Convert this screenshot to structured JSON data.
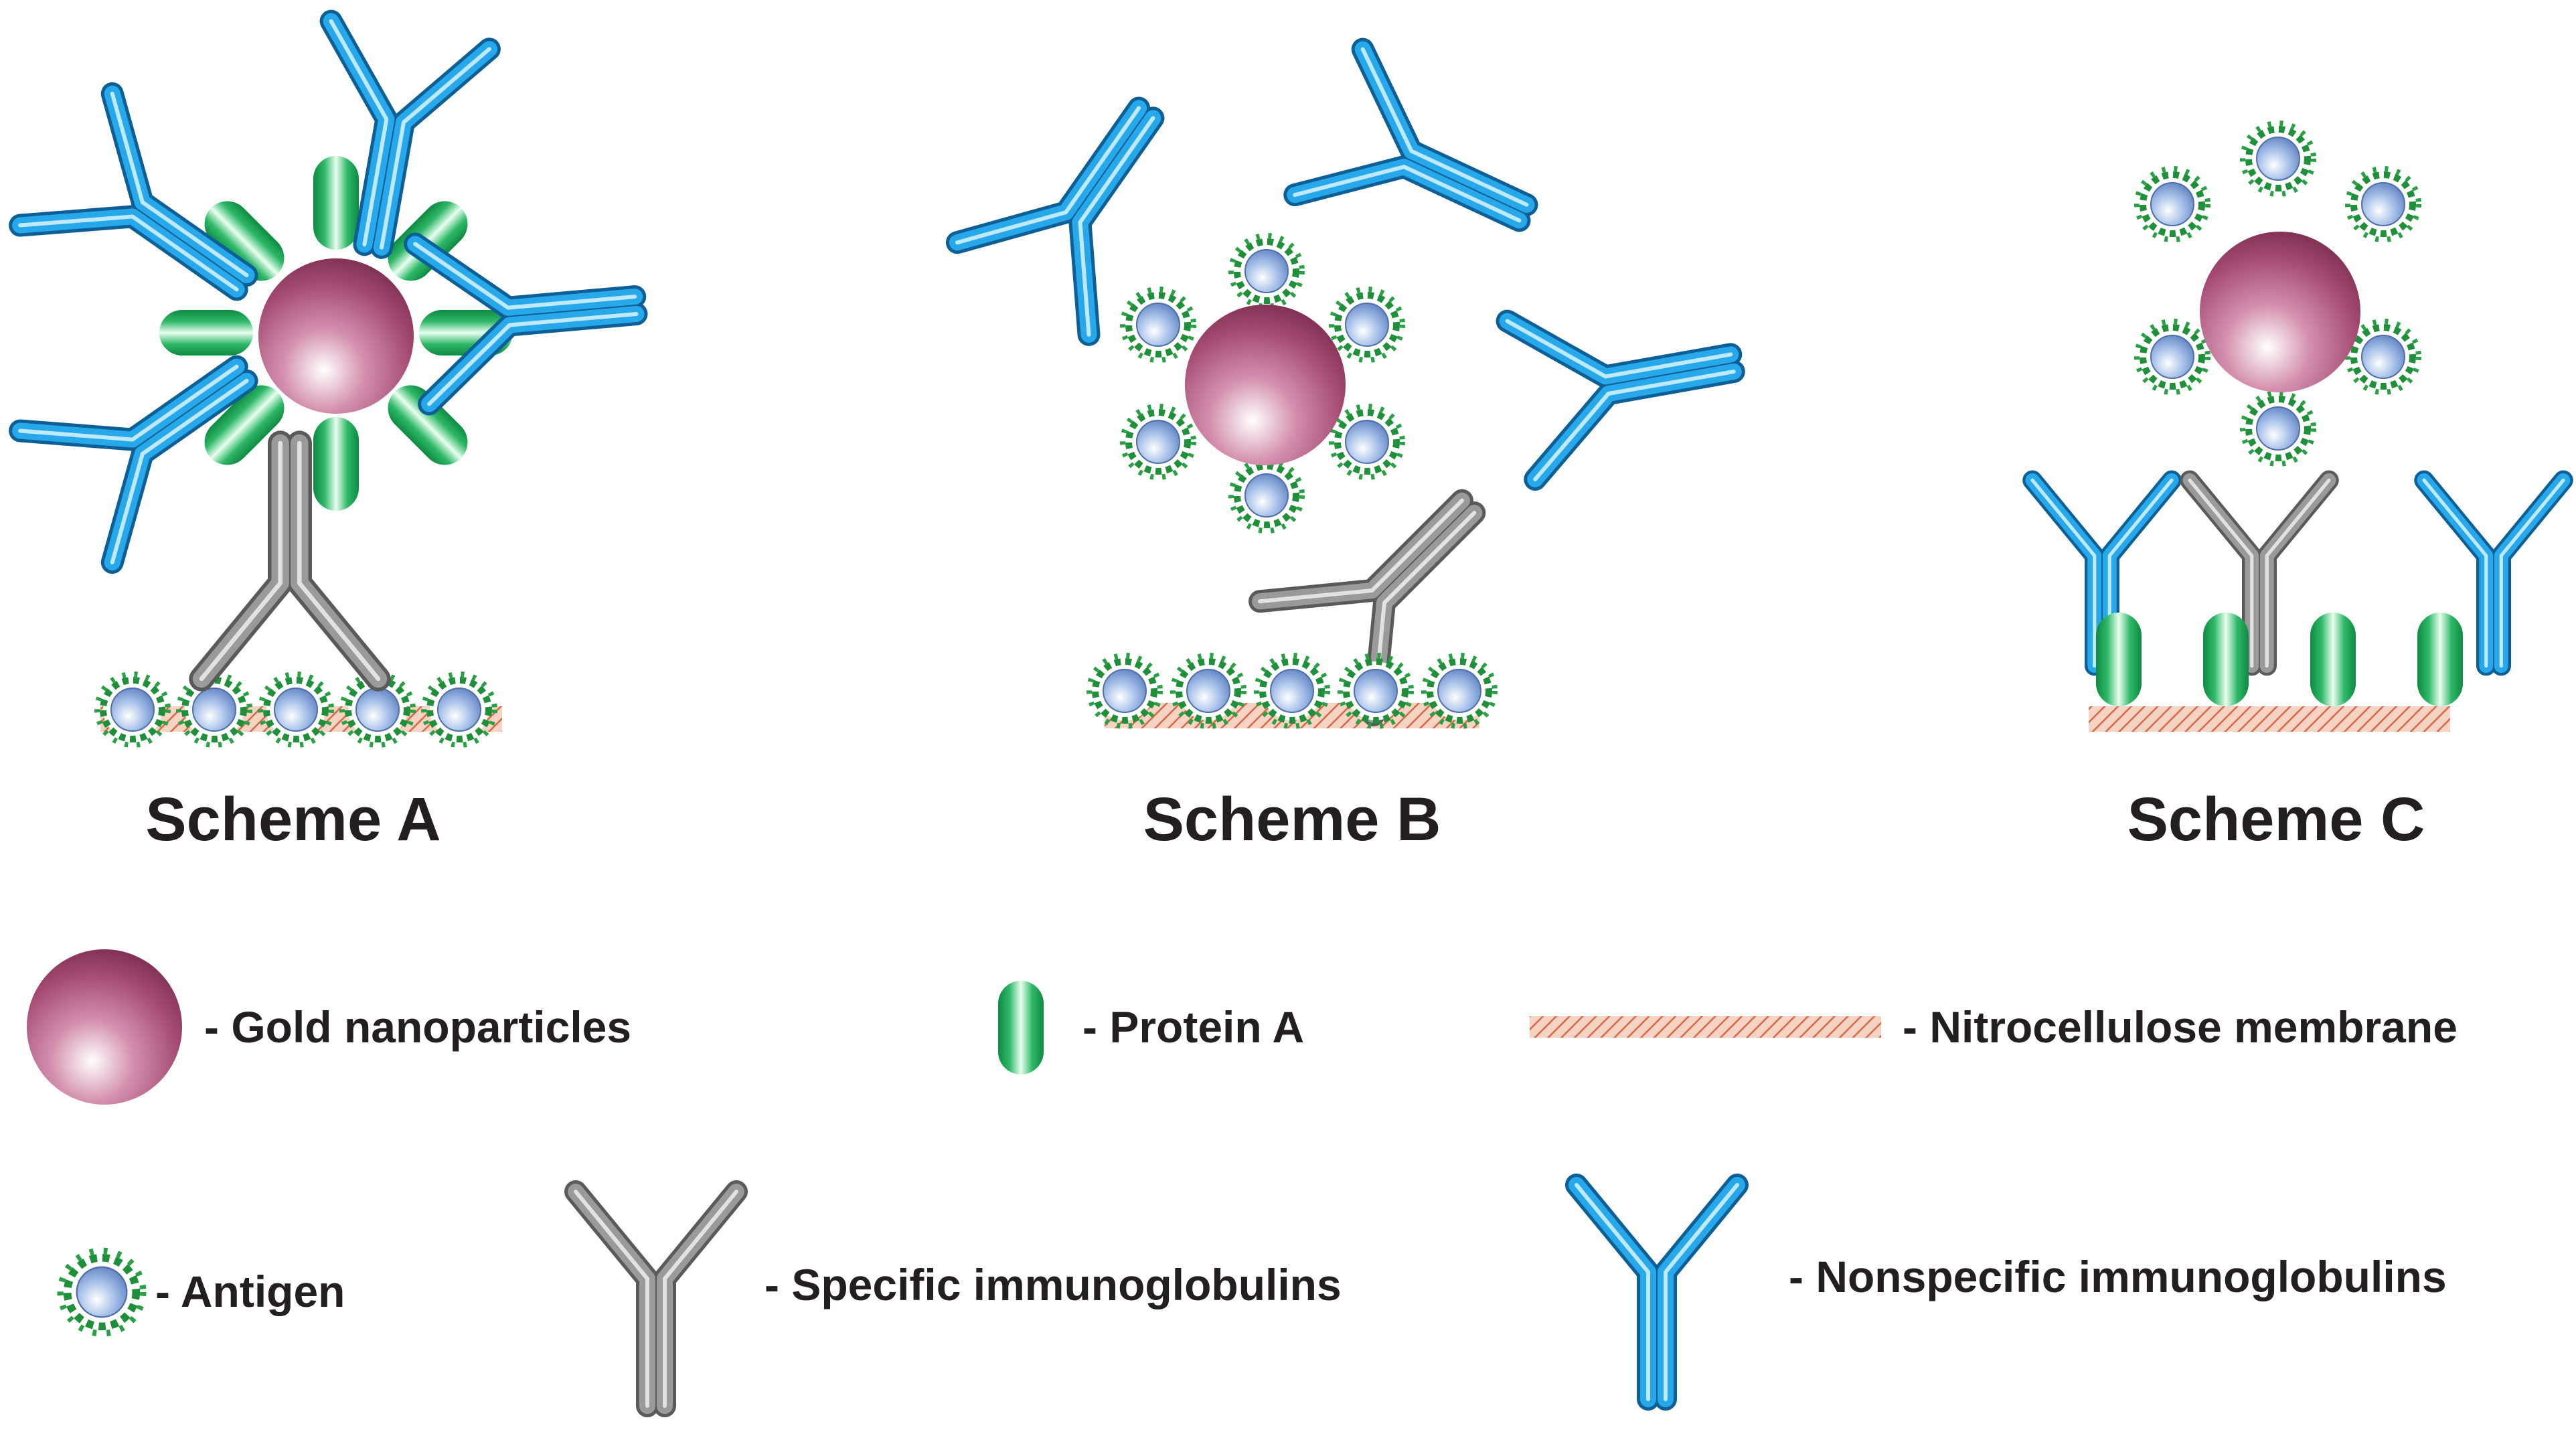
{
  "schemes": [
    {
      "title": "Scheme A"
    },
    {
      "title": "Scheme B"
    },
    {
      "title": "Scheme C"
    }
  ],
  "legend": {
    "gold": "- Gold nanoparticles",
    "proteinA": "- Protein A",
    "membrane": "- Nitrocellulose membrane",
    "antigen": "- Antigen",
    "specific": "- Specific immunoglobulins",
    "nonspecific": "- Nonspecific immunoglobulins"
  },
  "colors": {
    "gold_center": "#ffffff",
    "gold_mid": "#c46b8f",
    "gold_edge": "#8a3656",
    "protein_a": "#1aa356",
    "antigen_core": "#8fb0e0",
    "antigen_ring": "#1f8f3a",
    "membrane": "#e58d6e",
    "specific_ig": "#808080",
    "nonspecific_ig": "#1b8fd4"
  }
}
